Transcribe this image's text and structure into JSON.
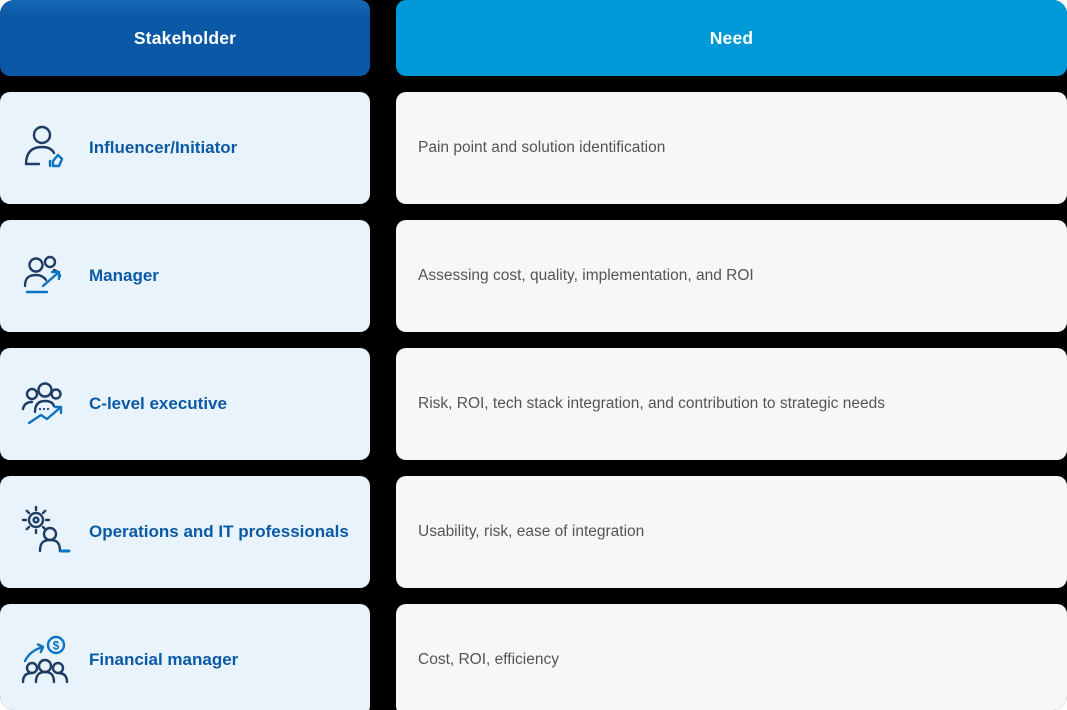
{
  "colors": {
    "page_bg": "#ffffff",
    "grid_bg": "#000000",
    "header_stakeholder_bg": "#0a58a6",
    "header_stakeholder_top": "#1668b5",
    "header_need_bg": "#0099d8",
    "stakeholder_cell_bg": "#e9f3fb",
    "need_cell_bg": "#f7f7f7",
    "stakeholder_label": "#0b5aa5",
    "need_text": "#555555",
    "icon_navy": "#1e3c64",
    "icon_blue": "#0b74c4"
  },
  "table": {
    "headers": [
      {
        "id": "stakeholder",
        "label": "Stakeholder"
      },
      {
        "id": "need",
        "label": "Need"
      }
    ],
    "rows": [
      {
        "icon": "influencer-initiator-icon",
        "stakeholder": "Influencer/Initiator",
        "need": "Pain point and solution identification"
      },
      {
        "icon": "manager-icon",
        "stakeholder": "Manager",
        "need": "Assessing cost, quality, implementation, and ROI"
      },
      {
        "icon": "c-level-executive-icon",
        "stakeholder": "C-level executive",
        "need": "Risk, ROI, tech stack integration, and contribution to strategic needs"
      },
      {
        "icon": "operations-it-professionals-icon",
        "stakeholder": "Operations and IT professionals",
        "need": "Usability, risk, ease of integration"
      },
      {
        "icon": "financial-manager-icon",
        "stakeholder": "Financial manager",
        "need": "Cost, ROI, efficiency"
      }
    ]
  }
}
